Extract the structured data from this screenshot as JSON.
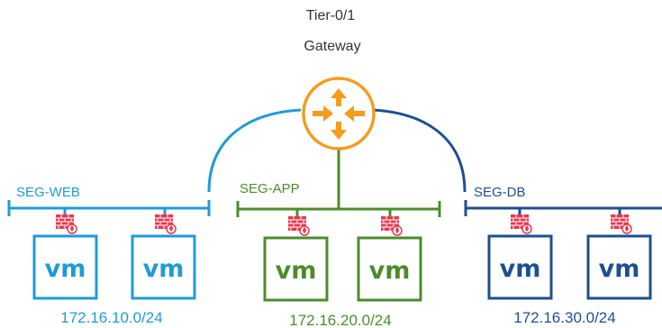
{
  "gateway": {
    "title_line1": "Tier-0/1",
    "title_line2": "Gateway",
    "color": "#F59B1E"
  },
  "segments": [
    {
      "name": "SEG-WEB",
      "subnet": "172.16.10.0/24",
      "color": "#1E9BD7",
      "vms": [
        "vm",
        "vm"
      ],
      "firewall_icons": [
        "firewall-icon",
        "firewall-icon"
      ]
    },
    {
      "name": "SEG-APP",
      "subnet": "172.16.20.0/24",
      "color": "#4C8C2B",
      "vms": [
        "vm",
        "vm"
      ],
      "firewall_icons": [
        "firewall-icon",
        "firewall-icon"
      ]
    },
    {
      "name": "SEG-DB",
      "subnet": "172.16.30.0/24",
      "color": "#1D4F91",
      "vms": [
        "vm",
        "vm"
      ],
      "firewall_icons": [
        "firewall-icon",
        "firewall-icon"
      ]
    }
  ],
  "firewall_color": "#E8384F"
}
